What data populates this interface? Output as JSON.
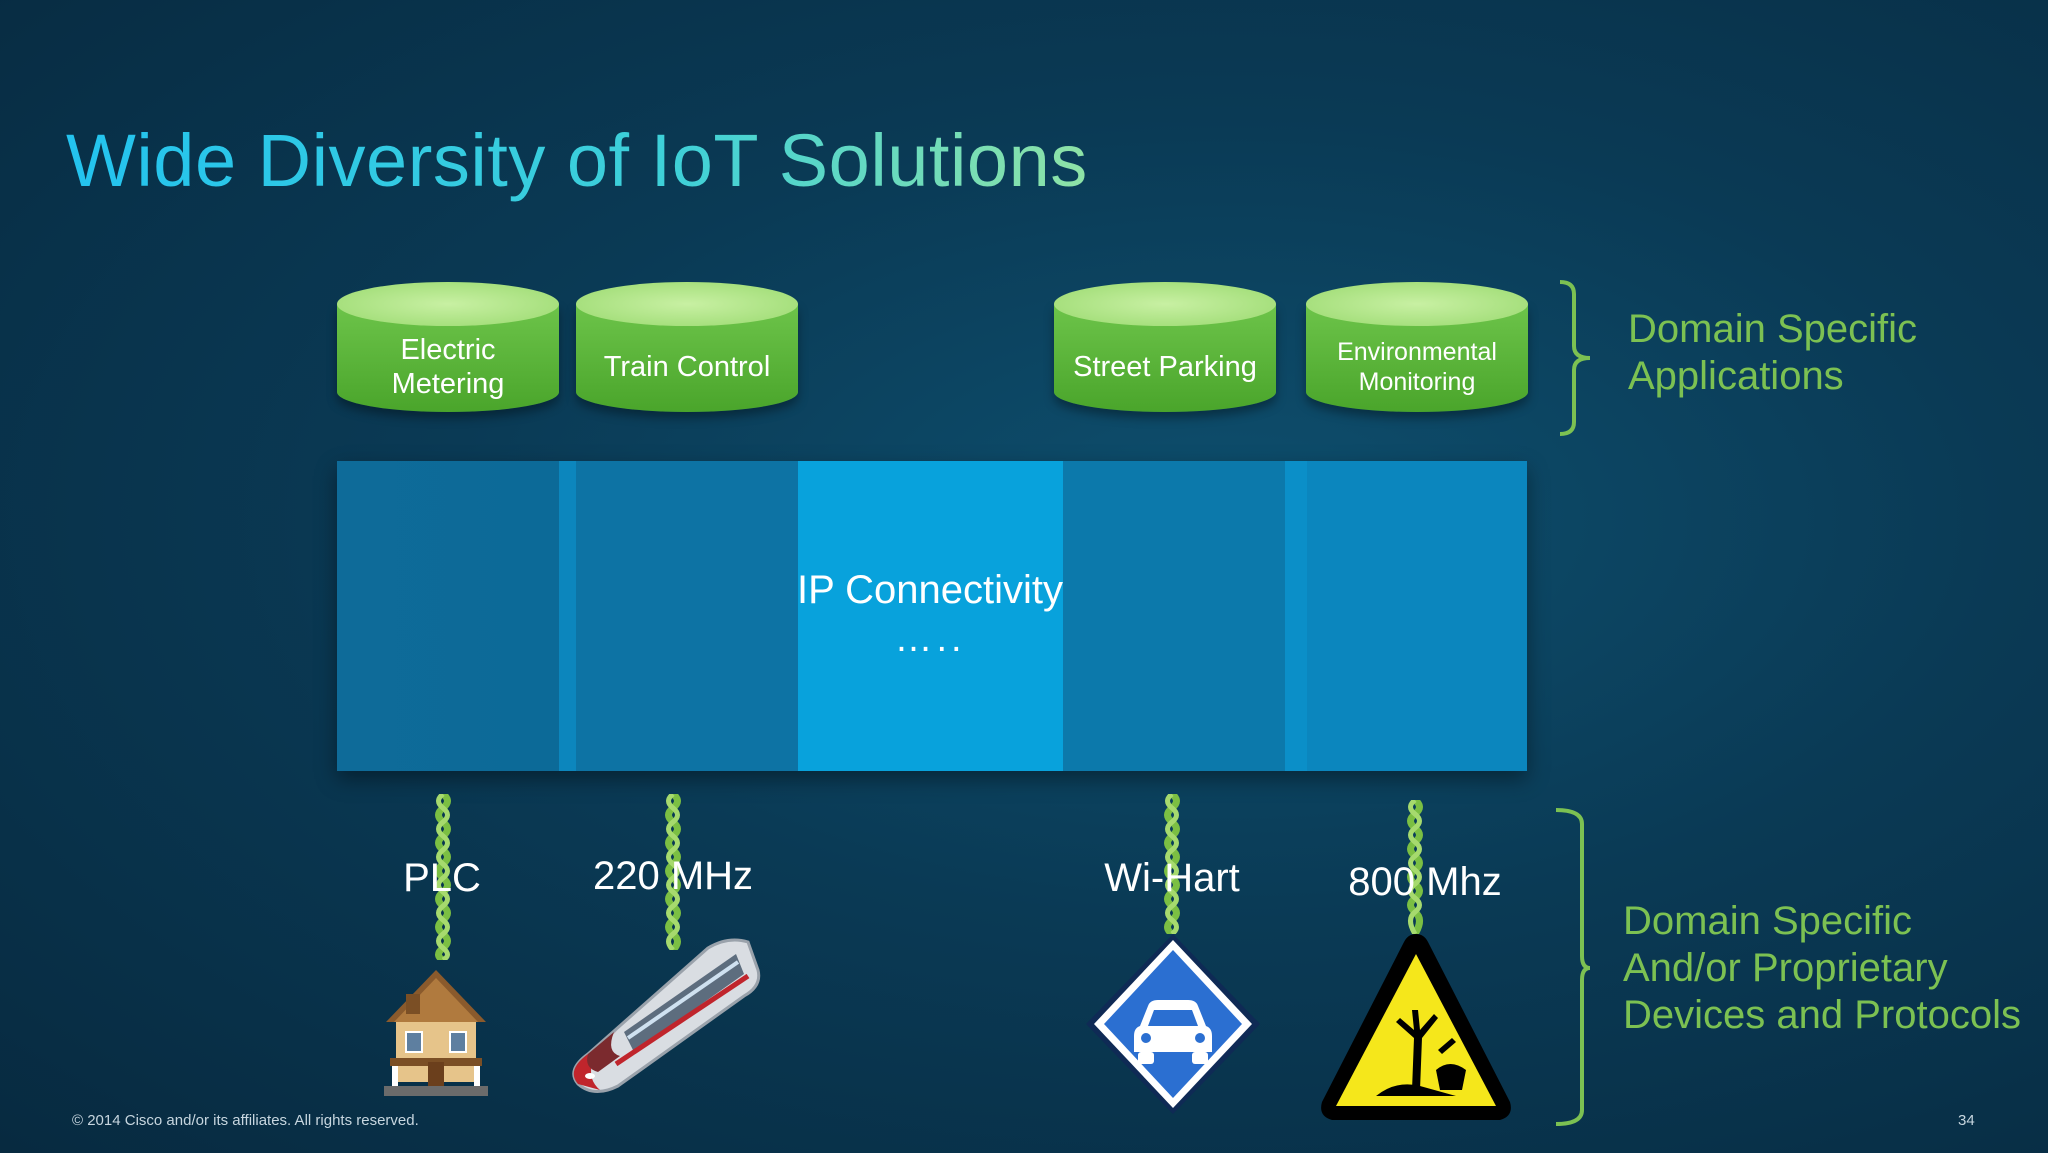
{
  "slide": {
    "title": "Wide Diversity of IoT Solutions",
    "footer": "© 2014 Cisco and/or its affiliates. All rights reserved.",
    "page_number": "34"
  },
  "applications": [
    {
      "label_line1": "Electric",
      "label_line2": "Metering"
    },
    {
      "label_line1": "Train Control",
      "label_line2": ""
    },
    {
      "label_line1": "Street Parking",
      "label_line2": ""
    },
    {
      "label_line1": "Environmental",
      "label_line2": "Monitoring"
    }
  ],
  "connectivity": {
    "label": "IP Connectivity",
    "dots": "….."
  },
  "protocols": [
    "PLC",
    "220 MHz",
    "Wi-Hart",
    "800 Mhz"
  ],
  "brackets": {
    "top_line1": "Domain Specific",
    "top_line2": "Applications",
    "bottom_line1": "Domain Specific",
    "bottom_line2": "And/or Proprietary",
    "bottom_line3": "Devices and Protocols"
  },
  "devices": [
    "house-icon",
    "train-icon",
    "car-parking-sign-icon",
    "environmental-hazard-sign-icon"
  ],
  "colors": {
    "title": "#23c3ef",
    "application_green": "#5cb83a",
    "ip_blue": "#0aa3dc",
    "bracket_green": "#7cc152"
  }
}
